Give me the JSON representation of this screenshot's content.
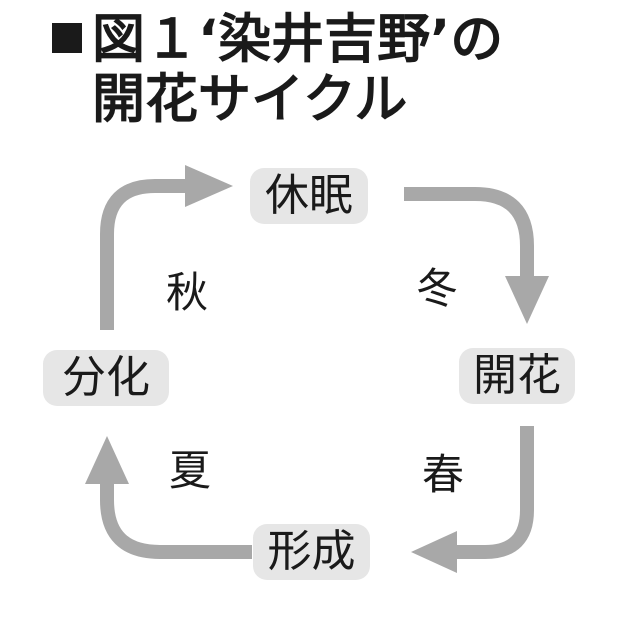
{
  "title": {
    "line1": "図１‘染井吉野’の",
    "line2": "開花サイクル"
  },
  "cycle": {
    "stages": {
      "dormancy": "休眠",
      "flowering": "開花",
      "formation": "形成",
      "differentiation": "分化"
    },
    "seasons": {
      "winter": "冬",
      "spring": "春",
      "summer": "夏",
      "autumn": "秋"
    }
  },
  "colors": {
    "arrow": "#a8a8a8",
    "label_box": "#e6e6e6",
    "text": "#1a1a1a"
  }
}
